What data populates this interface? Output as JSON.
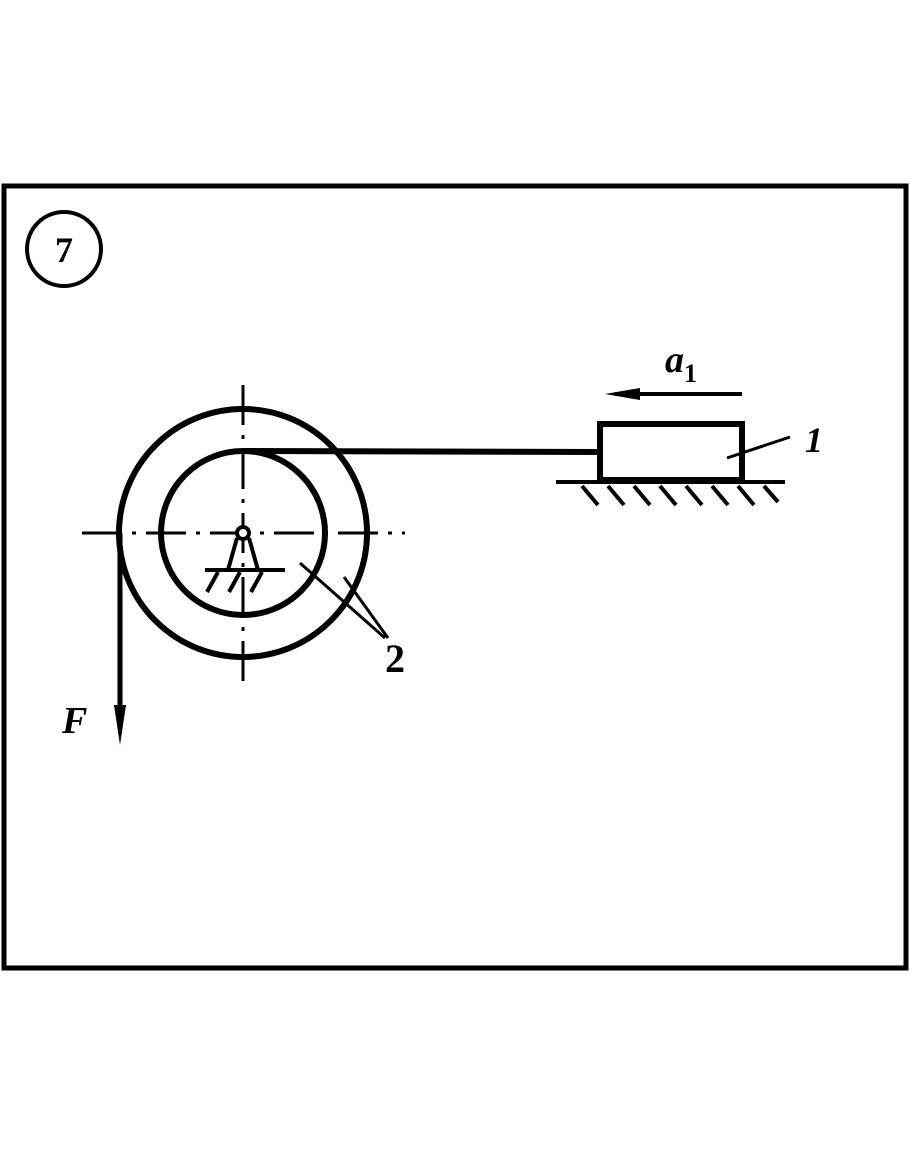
{
  "figure": {
    "number": "7",
    "labels": {
      "force": "F",
      "acceleration": "a",
      "acceleration_subscript": "1",
      "block": "1",
      "pulley": "2"
    },
    "colors": {
      "ink": "#000000",
      "background": "#ffffff"
    }
  }
}
